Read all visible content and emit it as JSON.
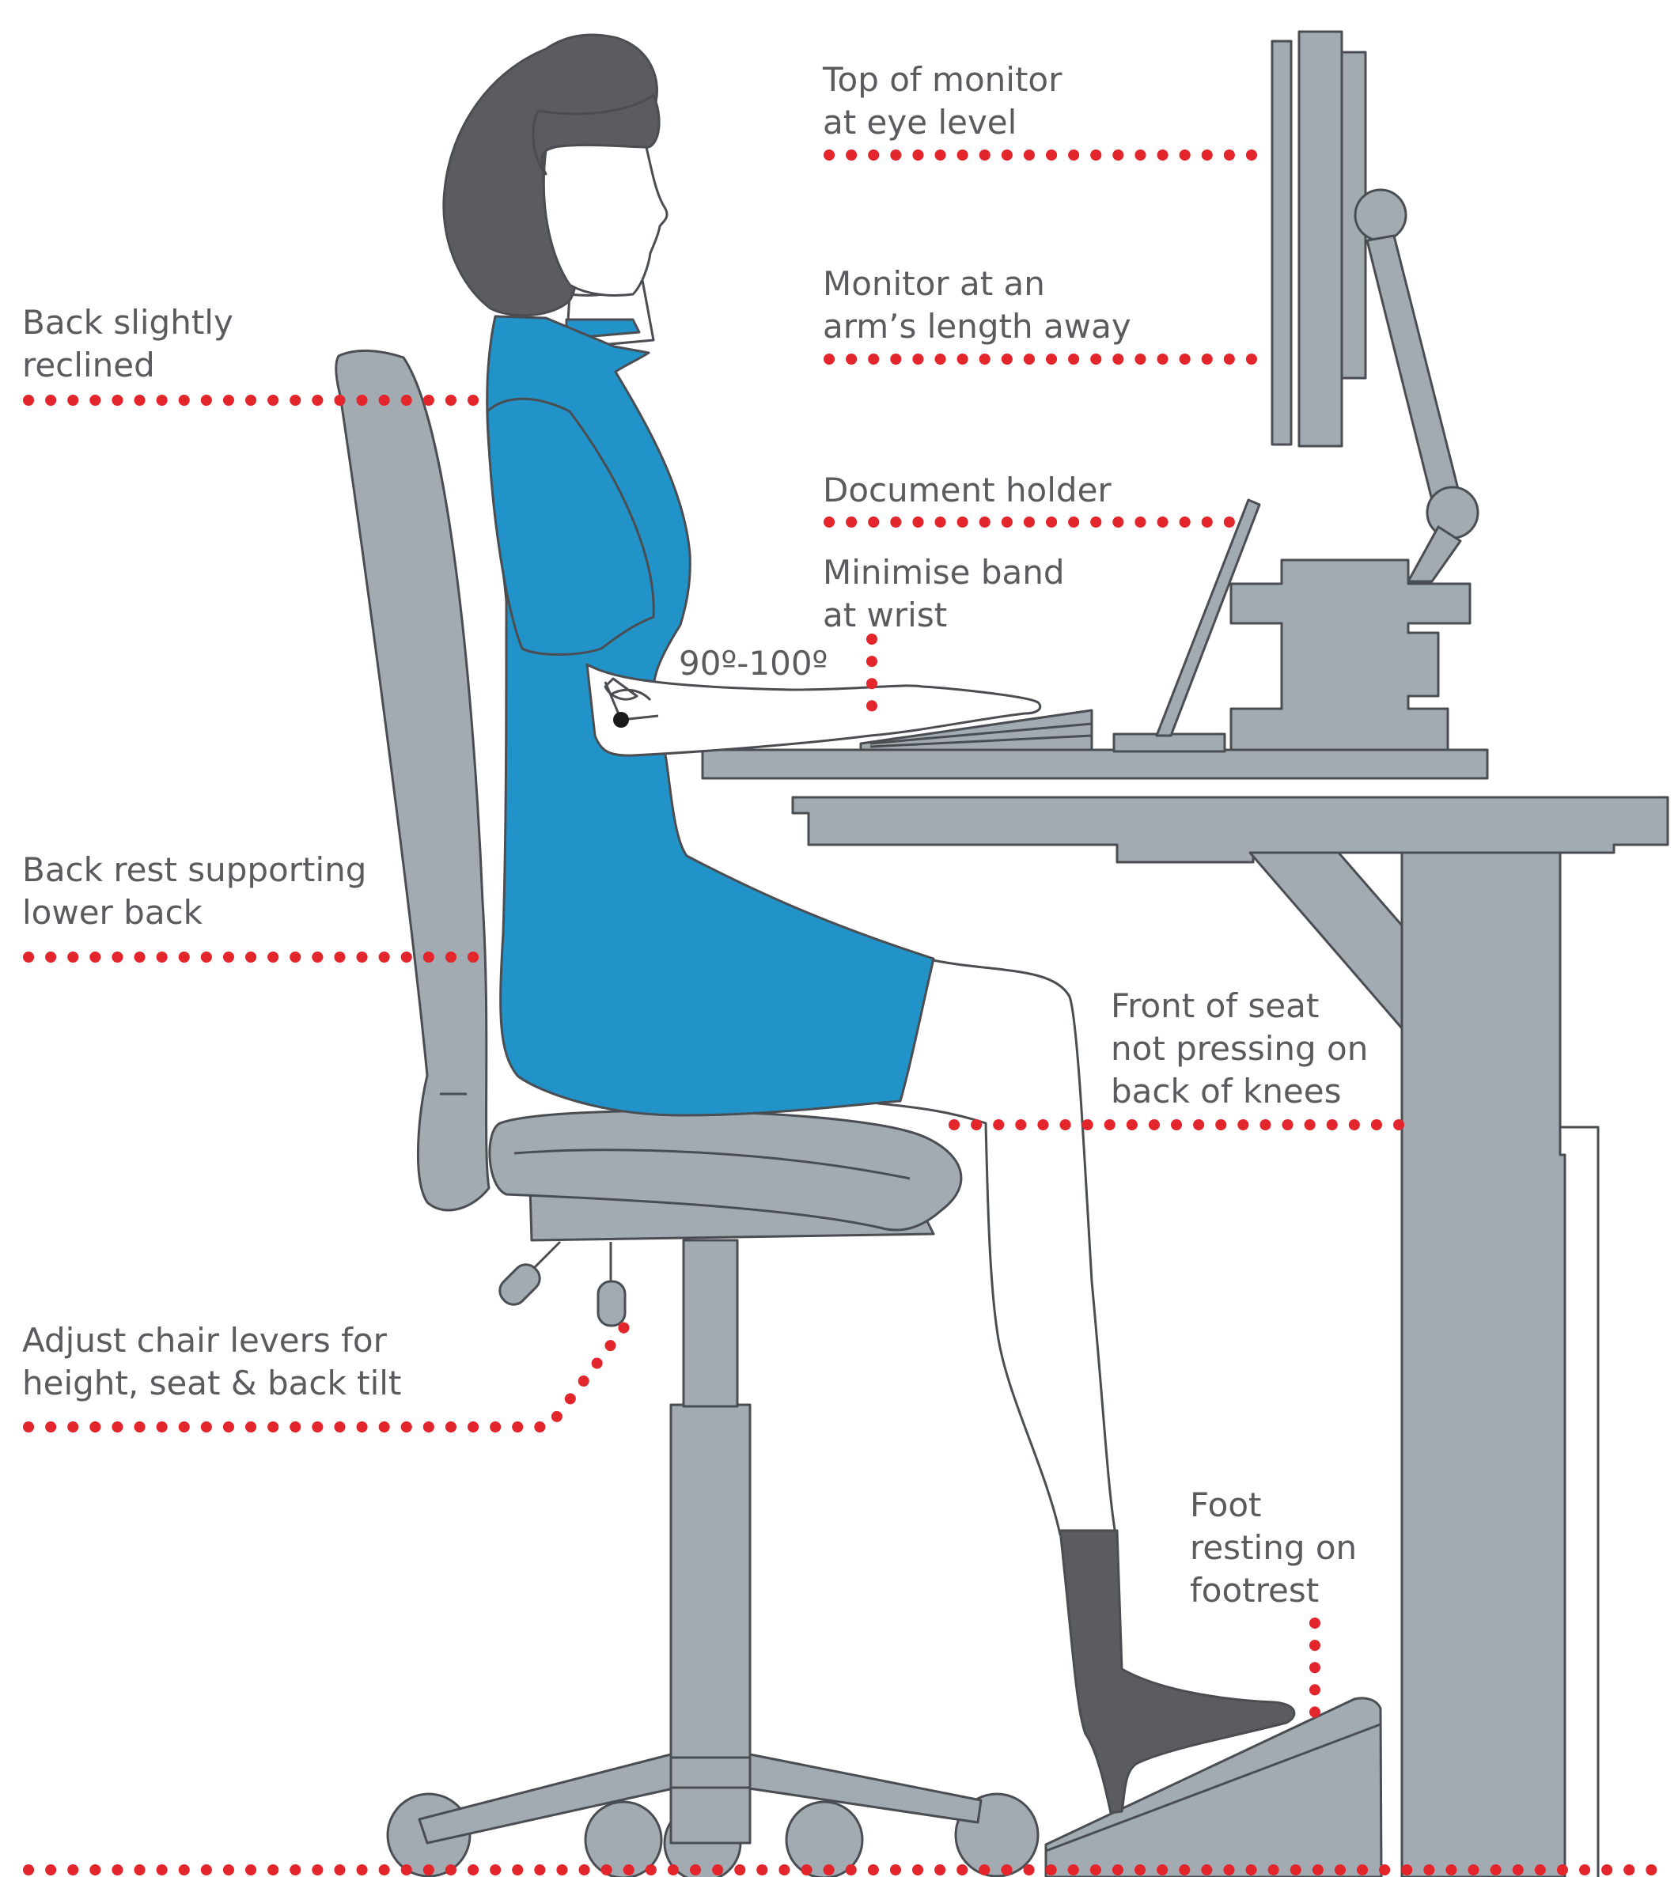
{
  "colors": {
    "furniture": "#a3abb2",
    "outline": "#4a4d52",
    "dress": "#2293c8",
    "hair": "#5b5c5f",
    "skin": "#ffffff",
    "dots": "#e3262b",
    "text": "#5a5b5e"
  },
  "labels": {
    "monitor_top": [
      "Top of monitor",
      "at eye level"
    ],
    "monitor_distance": [
      "Monitor at an",
      "arm’s length away"
    ],
    "document_holder": [
      "Document holder"
    ],
    "wrist": [
      "Minimise band",
      "at wrist"
    ],
    "elbow_angle": [
      "90º-100º"
    ],
    "back_reclined": [
      "Back slightly",
      "reclined"
    ],
    "lower_back": [
      "Back rest supporting",
      "lower back"
    ],
    "seat_front": [
      "Front of seat",
      "not pressing on",
      "back of knees"
    ],
    "levers": [
      "Adjust chair levers for",
      "height, seat & back tilt"
    ],
    "foot": [
      "Foot",
      "resting on",
      "footrest"
    ]
  }
}
